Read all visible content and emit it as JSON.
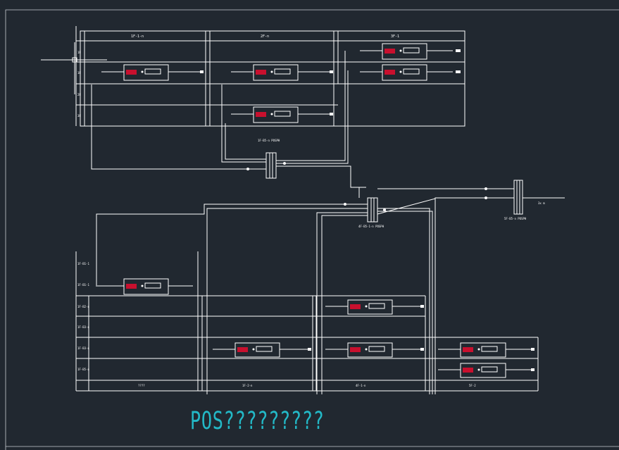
{
  "drawing": {
    "title": "POS?????????",
    "colors": {
      "background": "#212830",
      "lines": "#ffffff",
      "highlight": "#c8102e",
      "title": "#23b9c7"
    },
    "upper_frame": {
      "col_headers": [
        "1F-1-n",
        "2F-n",
        "3F-1"
      ],
      "row_labels": [
        "1F",
        "1F",
        "2F",
        "3F"
      ]
    },
    "lower_frame": {
      "row_labels": [
        "1F-B1-1",
        "1F-B1-1",
        "1F-B2-n",
        "1F-B3-n",
        "1F-B3-n",
        "1F-B5-n"
      ],
      "col_footers": [
        "????",
        "1F-2-n",
        "4F-1-n",
        "5F-2"
      ]
    },
    "hubs": {
      "hub_upper": "1F-B5-n POSPH",
      "hub_lower": "4F-B5-1-n POSPH",
      "hub_right": "5F-B5-n POSPH"
    },
    "unit_name": "POSPH",
    "right_out_label": "3x m"
  }
}
